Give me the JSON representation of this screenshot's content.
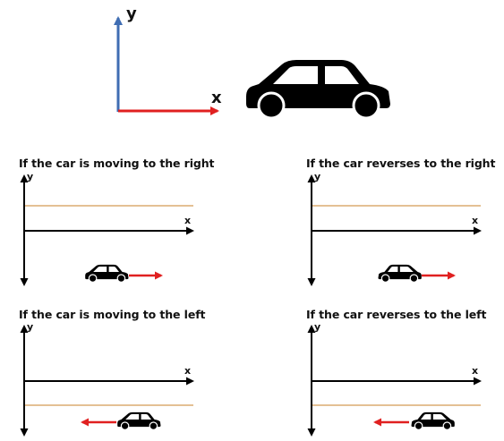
{
  "main_axes": {
    "x_label": "x",
    "y_label": "y"
  },
  "colors": {
    "x_axis": "#e02020",
    "y_axis": "#3f6db3",
    "motion_arrow": "#e02020",
    "reference_line": "#d39a55",
    "car": "#000000",
    "axis_black": "#000000"
  },
  "panels": [
    {
      "caption": "If the car is moving to the right",
      "x_label": "x",
      "y_label": "y",
      "car_facing": "right",
      "arrow_direction": "right"
    },
    {
      "caption": "If the car reverses to the right",
      "x_label": "x",
      "y_label": "y",
      "car_facing": "left",
      "arrow_direction": "right"
    },
    {
      "caption": "If the car is moving to the left",
      "x_label": "x",
      "y_label": "y",
      "car_facing": "right",
      "arrow_direction": "left"
    },
    {
      "caption": "If the car reverses to the left",
      "x_label": "x",
      "y_label": "y",
      "car_facing": "left",
      "arrow_direction": "left"
    }
  ]
}
